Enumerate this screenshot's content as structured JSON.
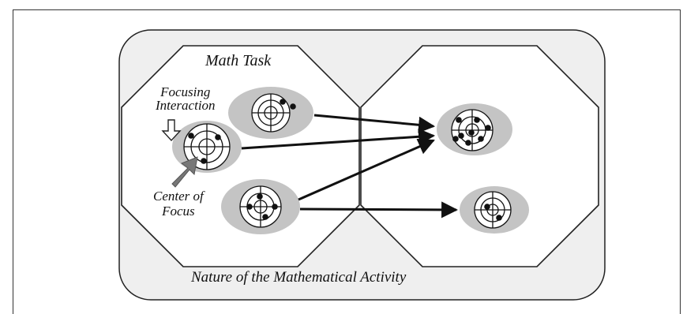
{
  "labels": {
    "math_task": "Math Task",
    "focusing_interaction": "Focusing\nInteraction",
    "center_of_focus": "Center of\nFocus",
    "nature": "Nature of the Mathematical Activity"
  },
  "colors": {
    "outer_fill": "#efefef",
    "halo": "#c4c4c4",
    "ink": "#111111"
  }
}
